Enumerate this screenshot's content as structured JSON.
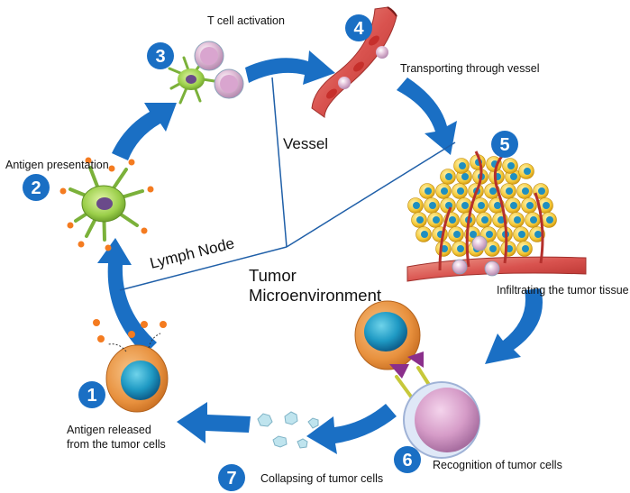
{
  "colors": {
    "arrow": "#1a6fc4",
    "badge": "#1a6fc4",
    "divider": "#1f5fa8"
  },
  "steps": [
    {
      "num": "1",
      "label_lines": [
        "Antigen released",
        "from the tumor cells"
      ]
    },
    {
      "num": "2",
      "label_lines": [
        "Antigen presentation"
      ]
    },
    {
      "num": "3",
      "label_lines": [
        "T cell activation"
      ]
    },
    {
      "num": "4",
      "label_lines": [
        "Transporting through vessel"
      ]
    },
    {
      "num": "5",
      "label_lines": [
        "Infiltrating the tumor tissue"
      ]
    },
    {
      "num": "6",
      "label_lines": [
        "Recognition of tumor cells"
      ]
    },
    {
      "num": "7",
      "label_lines": [
        "Collapsing of tumor cells"
      ]
    }
  ],
  "regions": {
    "vessel": "Vessel",
    "lymph_node": "Lymph Node",
    "tumor_line1": "Tumor",
    "tumor_line2": "Microenvironment"
  }
}
